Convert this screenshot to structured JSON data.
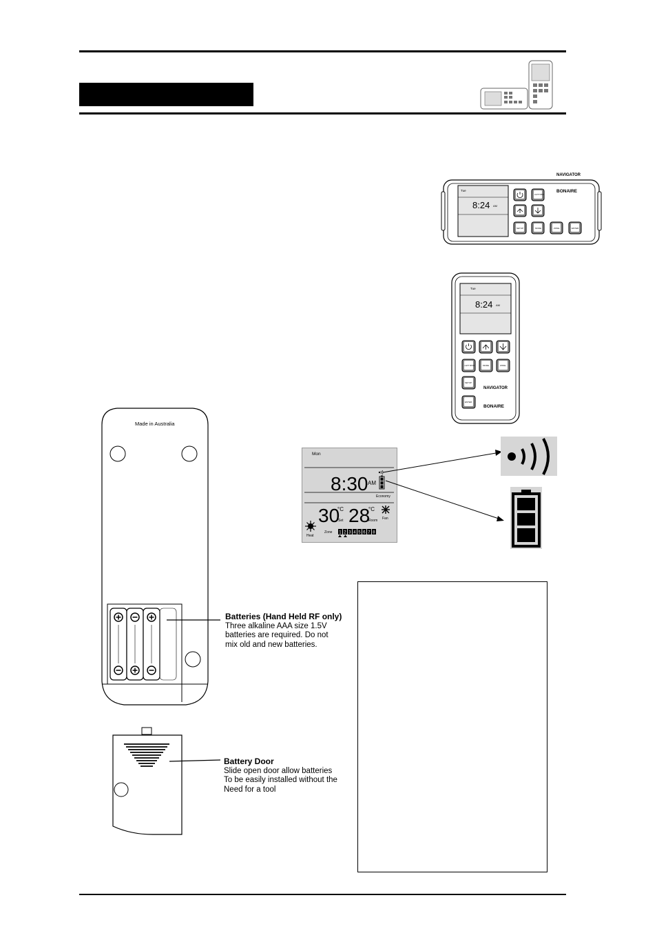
{
  "wall_controller": {
    "brand_top": "NAVIGATOR",
    "brand": "BONAIRE",
    "day": "Tue",
    "time": "8:24",
    "ampm": "AM",
    "buttons": [
      "SETUP",
      "MODE",
      "ZONE",
      "ENTER"
    ],
    "top_button": "LIGHT SHOW"
  },
  "handheld": {
    "day": "Tue",
    "time": "8:24",
    "ampm": "AM",
    "brand_mid": "NAVIGATOR",
    "brand": "BONAIRE",
    "buttons_row2": [
      "LIGHT SHOW",
      "MODE",
      "ZONE"
    ],
    "setup": "SETUP",
    "enter": "ENTER"
  },
  "lcd": {
    "day": "Mon",
    "time": "8:30",
    "ampm": "AM",
    "economy": "Economy",
    "set_temp": "30",
    "set_unit": "°C",
    "set_label": "Set",
    "room_temp": "28",
    "room_unit": "°C",
    "room_label": "Room",
    "fan_label": "Fan",
    "heat_label": "Heat",
    "zone_label": "Zone",
    "zones": [
      "1",
      "2",
      "3",
      "4",
      "5",
      "6",
      "7",
      "8"
    ]
  },
  "back_case": {
    "made_in": "Made in Australia"
  },
  "batteries_caption": {
    "heading": "Batteries (Hand Held RF only)",
    "line1": "Three alkaline AAA  size  1.5V",
    "line2": "batteries are required.  Do not",
    "line3": "mix old and new batteries."
  },
  "door_caption": {
    "heading": "Battery Door",
    "line1": "Slide open door  allow  batteries",
    "line2": "To be easily installed without the",
    "line3": "Need for a tool"
  }
}
